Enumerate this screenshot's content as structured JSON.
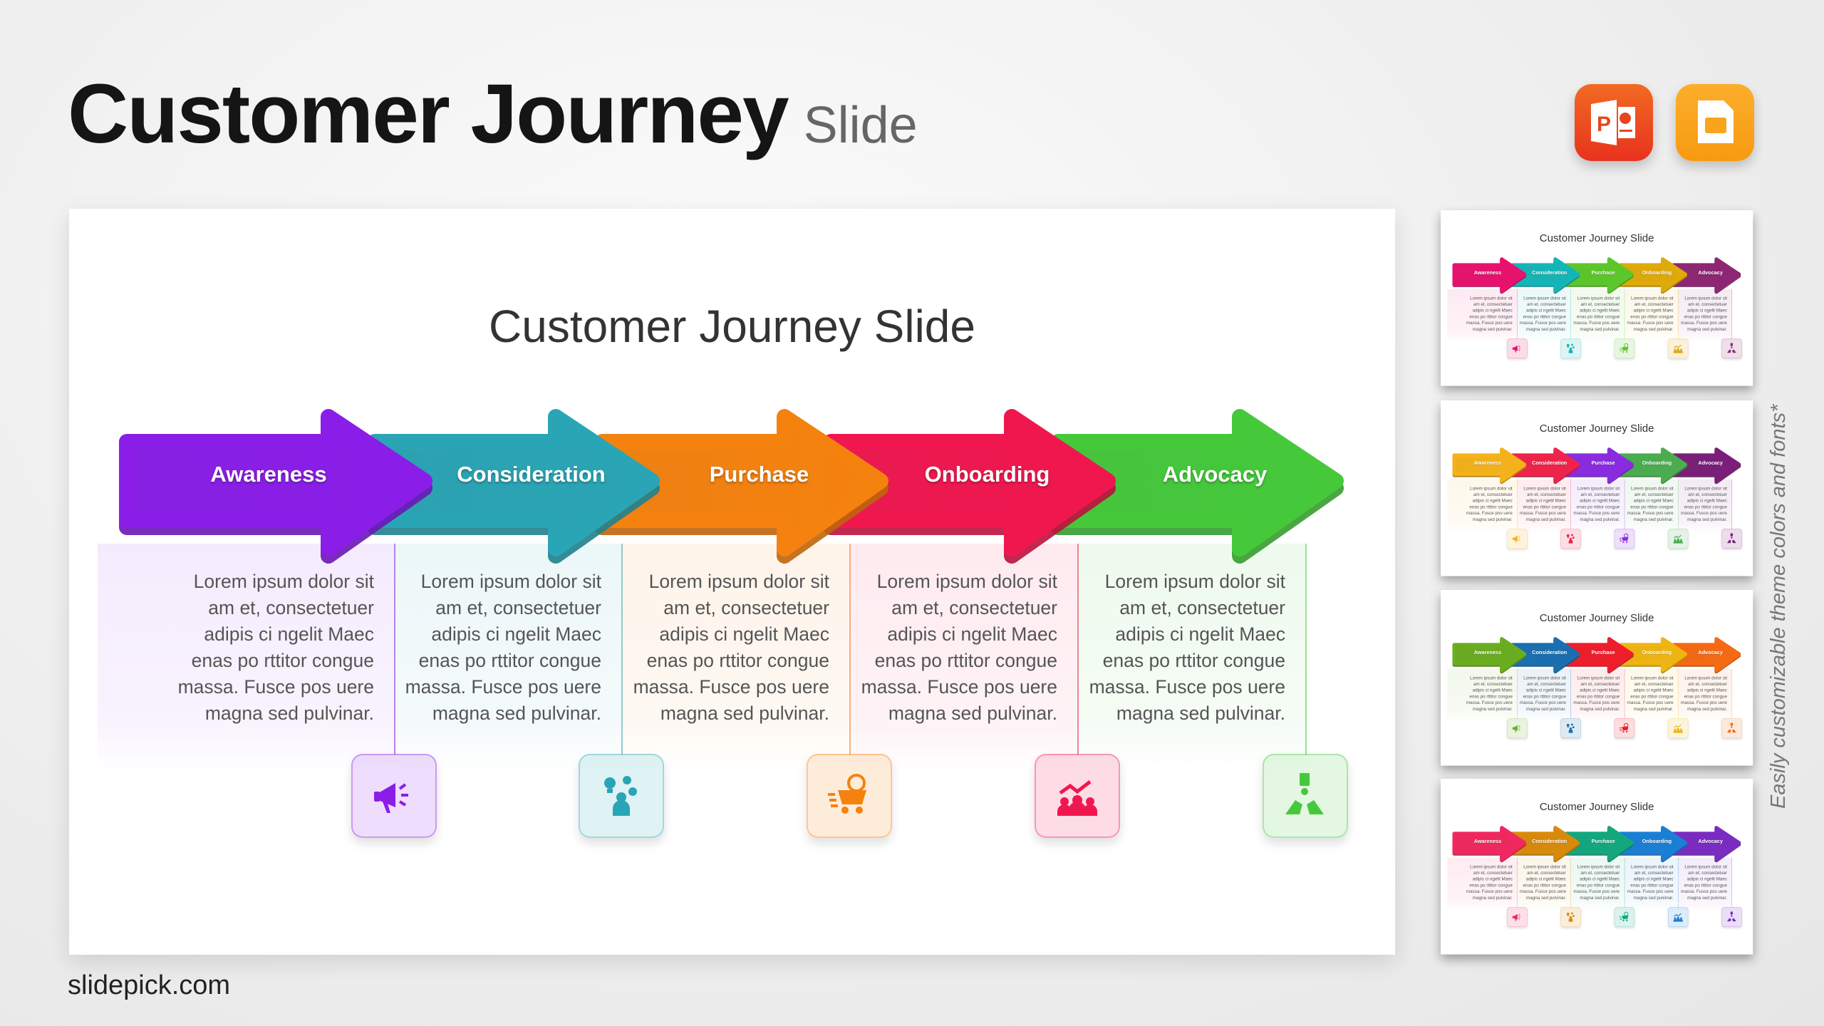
{
  "header": {
    "title": "Customer Journey",
    "subtitle": "Slide"
  },
  "apps": [
    {
      "name": "powerpoint-icon",
      "color": "#e8451f"
    },
    {
      "name": "google-slides-icon",
      "color": "#f9a51c"
    }
  ],
  "slide": {
    "title_bold": "Customer Journey",
    "title_light": "Slide",
    "steps": [
      {
        "label": "Awareness",
        "icon": "megaphone-icon"
      },
      {
        "label": "Consideration",
        "icon": "idea-question-person-icon"
      },
      {
        "label": "Purchase",
        "icon": "shopping-cart-clock-icon"
      },
      {
        "label": "Onboarding",
        "icon": "team-growth-icon"
      },
      {
        "label": "Advocacy",
        "icon": "referral-people-icon"
      }
    ],
    "body_lines": [
      "Lorem ipsum dolor sit",
      "am et, consectetuer",
      "adipis ci ngelit Maec",
      "enas po rttitor congue",
      "massa. Fusce pos uere",
      "magna sed pulvinar."
    ]
  },
  "palettes": [
    [
      "#8a1ee8",
      "#2aa5b5",
      "#f5820f",
      "#f0174f",
      "#45c93b"
    ],
    [
      "#e8126e",
      "#14b5b8",
      "#5cc72a",
      "#e0aa0a",
      "#8e2673"
    ],
    [
      "#f5b21a",
      "#f0234a",
      "#8a2be2",
      "#4aad4f",
      "#7a1e7a"
    ],
    [
      "#6aad1f",
      "#1a6fb0",
      "#f01d2a",
      "#f0b512",
      "#f56a12"
    ],
    [
      "#f0285f",
      "#d98a0b",
      "#12a87e",
      "#1a7fd6",
      "#7a2bc2"
    ]
  ],
  "side_note": "Easily customizable theme colors and fonts*",
  "footer": "slidepick.com"
}
